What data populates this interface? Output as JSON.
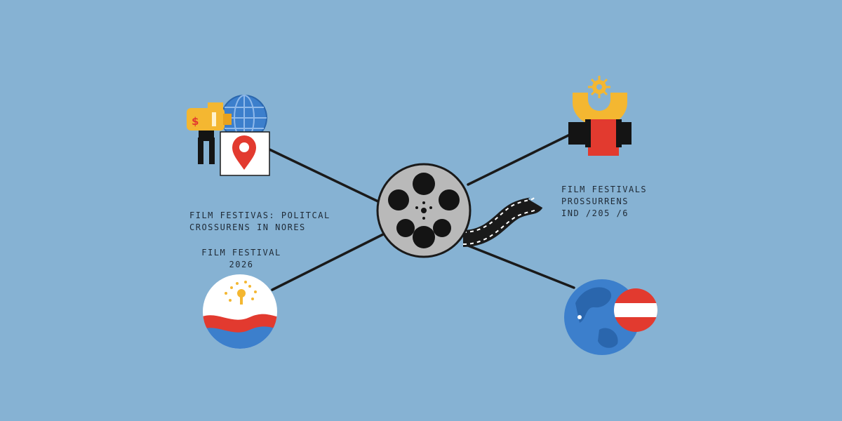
{
  "captions": {
    "left_top": {
      "line1": "FILM FESTIVAS: POLITCAL",
      "line2": "CROSSURENS IN NORES"
    },
    "left_bottom": {
      "line1": "FILM FESTIVAL",
      "line2": "2026"
    },
    "right": {
      "line1": "FILM FESTIVALS",
      "line2": "PROSSURRENS",
      "line3": "IND /205 /6"
    }
  },
  "icons": {
    "center": "film-reel-icon",
    "top_left": [
      "camera-person-icon",
      "globe-icon",
      "map-pin-icon"
    ],
    "top_right": [
      "gear-icon",
      "award-trophy-icon",
      "flag-stand-icon"
    ],
    "bottom_left": "flag-circle-icon",
    "bottom_right": [
      "earth-icon",
      "flag-circle-icon"
    ]
  },
  "colors": {
    "background": "#86b2d3",
    "line": "#1a1a1a",
    "reel": "#b9b9b9",
    "accent_yellow": "#f4b731",
    "accent_red": "#e23a2f",
    "accent_blue": "#3c7fcc"
  }
}
